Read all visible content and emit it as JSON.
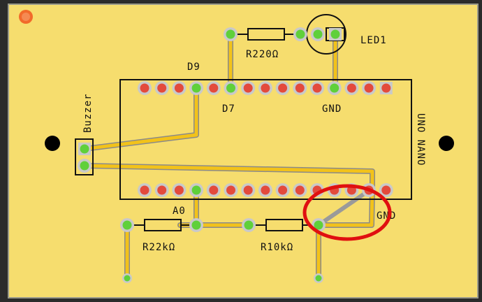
{
  "board": {
    "colors": {
      "background": "#2b2b2b",
      "board_fill": "#f6dd6e",
      "board_edge": "#9a9a8a",
      "trace": "#f2c21a",
      "trace_outline": "#8a8a8a",
      "pad_ring": "#c9c9c9",
      "pad_red": "#e34a3c",
      "pad_green": "#5fd03a",
      "silkscreen": "#111111",
      "highlight_circle": "#e01010",
      "ratsnest": "#9a9a9a",
      "origin_marker": "#f26a2a"
    },
    "labels": {
      "led": "LED1",
      "resistor_top": "R220Ω",
      "pin_d9": "D9",
      "pin_d7": "D7",
      "pin_gnd_top": "GND",
      "module": "UNO NANO",
      "buzzer": "Buzzer",
      "pin_a0": "A0",
      "pin_gnd_bottom": "GND",
      "resistor_left": "R22kΩ",
      "resistor_right": "R10kΩ"
    }
  }
}
